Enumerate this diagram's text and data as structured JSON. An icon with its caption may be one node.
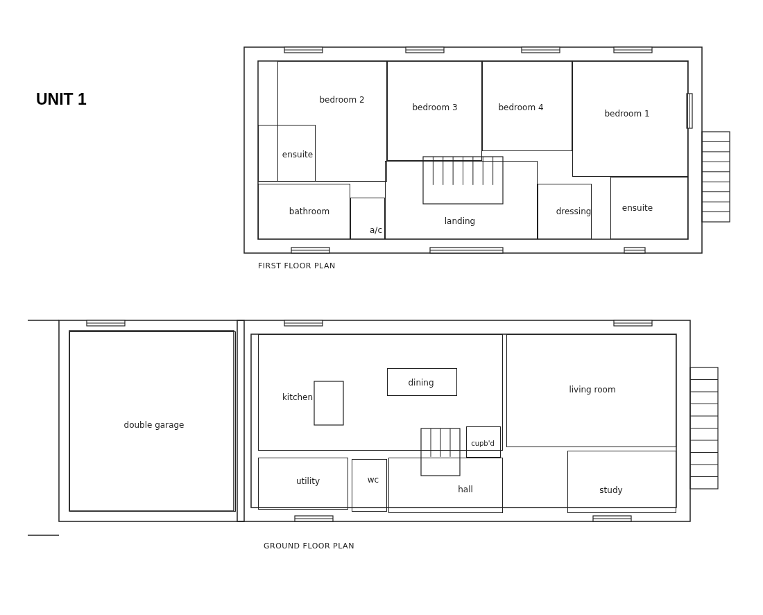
{
  "diagram": {
    "title": "UNIT 1",
    "nodes": [
      {
        "text": [
          "bedroom 2"
        ]
      },
      {
        "text": [
          "bedroom 3"
        ]
      },
      {
        "text": [
          "bedroom 4"
        ]
      },
      {
        "text": [
          "bedroom 1"
        ]
      },
      {
        "text": [
          "ensuite"
        ]
      },
      {
        "text": [
          "bathroom"
        ]
      },
      {
        "text": [
          "a/c"
        ]
      },
      {
        "text": [
          "landing"
        ]
      },
      {
        "text": [
          "dressing"
        ]
      },
      {
        "text": [
          "ensuite"
        ]
      },
      {
        "text": [
          "double garage"
        ]
      },
      {
        "text": [
          "kitchen"
        ]
      },
      {
        "text": [
          "dining"
        ],
        "in": 11
      },
      {
        "text": [
          "living room"
        ]
      },
      {
        "text": [
          "cupb'd"
        ]
      },
      {
        "text": [
          "utility"
        ]
      },
      {
        "text": [
          "wc"
        ]
      },
      {
        "text": [
          "hall"
        ]
      },
      {
        "text": [
          "study"
        ]
      }
    ],
    "labels": [
      "FIRST FLOOR PLAN",
      "GROUND FLOOR PLAN"
    ]
  }
}
